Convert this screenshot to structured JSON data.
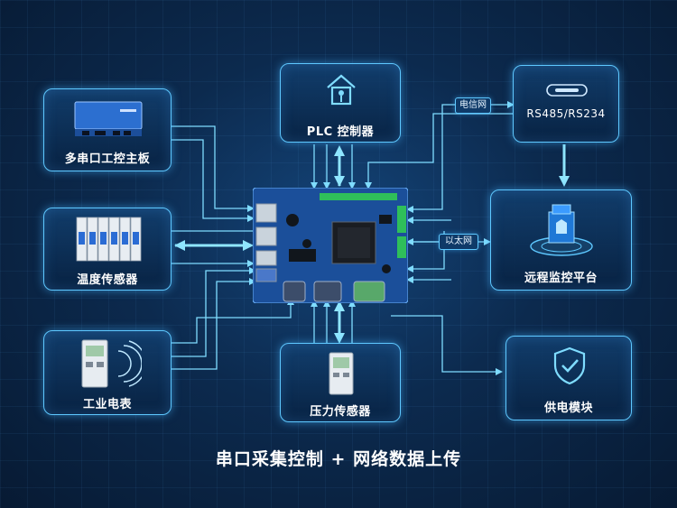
{
  "title": "串口采集控制 + 网络数据上传",
  "nodes": {
    "board": "多串口工控主板",
    "temp": "温度传感器",
    "meter": "工业电表",
    "plc": "PLC 控制器",
    "pressure": "压力传感器",
    "rs": "RS485/RS234",
    "remote": "远程监控平台",
    "power": "供电模块"
  },
  "tags": {
    "telecom": "电信网",
    "ethernet": "以太网"
  },
  "colors": {
    "accent": "#5ec8ff",
    "arrow": "#7fdcff",
    "background": "#0c2a4e"
  }
}
